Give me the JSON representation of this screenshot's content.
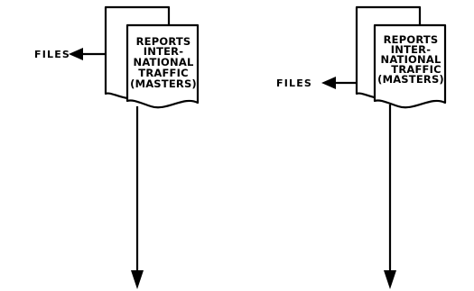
{
  "diagram": {
    "ink_color": "#000000",
    "background_color": "#ffffff",
    "groups": [
      {
        "files_label": "FILES",
        "document_lines": [
          "REPORTS",
          "INTER-",
          "NATIONAL",
          "TRAFFIC",
          "(MASTERS)"
        ]
      },
      {
        "files_label": "FILES",
        "document_lines": [
          "REPORTS",
          "INTER-",
          "NATIONAL",
          "TRAFFIC",
          "(MASTERS)"
        ]
      }
    ]
  }
}
